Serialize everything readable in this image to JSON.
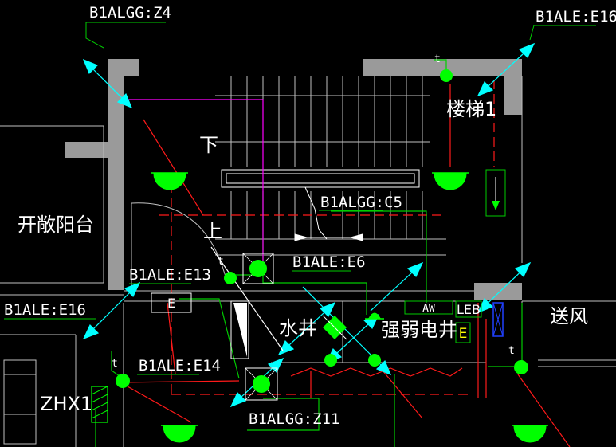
{
  "colors": {
    "background": "#000000",
    "wall": "#9a9a9a",
    "text": "#ffffff",
    "fixture": "#00ff00",
    "wire_red": "#ff1a1a",
    "wire_green": "#00cc00",
    "cyan": "#00ffff",
    "magenta": "#ff00ff",
    "stair": "#c0c0c0",
    "blue": "#2040ff",
    "yellow": "#ffff00"
  },
  "labels": {
    "b1algg_z4": "B1ALGG:Z4",
    "b1ale_e16_top": "B1ALE:E16",
    "b1algg_c5": "B1ALGG:C5",
    "b1ale_e6": "B1ALE:E6",
    "b1ale_e13": "B1ALE:E13",
    "b1ale_e16_left": "B1ALE:E16",
    "b1ale_e14": "B1ALE:E14",
    "b1algg_z11": "B1ALGG:Z11",
    "zhx1": "ZHX1",
    "stair_1": "楼梯1",
    "open_balcony": "开敞阳台",
    "down": "下",
    "up": "上",
    "water_shaft": "水井",
    "elec_shaft": "强弱电井",
    "supply_air": "送风",
    "t": "t",
    "e_box": "E",
    "aw_box": "AW",
    "leb_box": "LEB",
    "e_small": "E"
  }
}
